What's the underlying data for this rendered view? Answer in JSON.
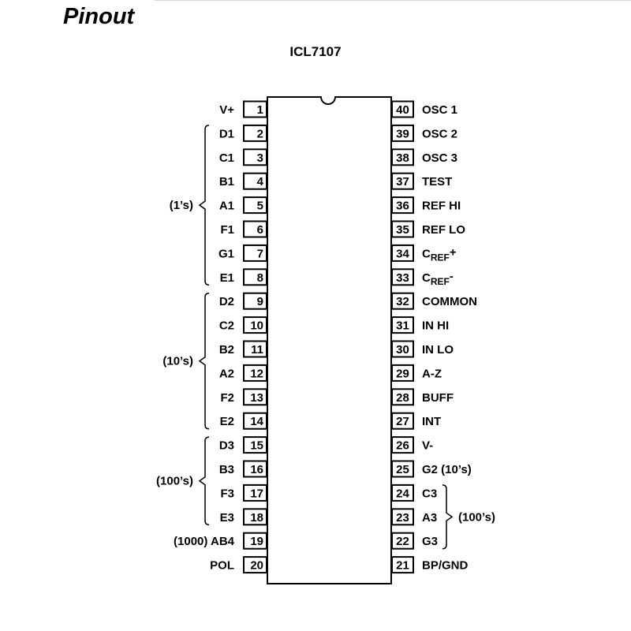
{
  "heading": "Pinout",
  "chip": {
    "name": "ICL7107",
    "pins_per_side": 20
  },
  "left_pins": [
    {
      "num": "1",
      "label": "V+"
    },
    {
      "num": "2",
      "label": "D1"
    },
    {
      "num": "3",
      "label": "C1"
    },
    {
      "num": "4",
      "label": "B1"
    },
    {
      "num": "5",
      "label": "A1"
    },
    {
      "num": "6",
      "label": "F1"
    },
    {
      "num": "7",
      "label": "G1"
    },
    {
      "num": "8",
      "label": "E1"
    },
    {
      "num": "9",
      "label": "D2"
    },
    {
      "num": "10",
      "label": "C2"
    },
    {
      "num": "11",
      "label": "B2"
    },
    {
      "num": "12",
      "label": "A2"
    },
    {
      "num": "13",
      "label": "F2"
    },
    {
      "num": "14",
      "label": "E2"
    },
    {
      "num": "15",
      "label": "D3"
    },
    {
      "num": "16",
      "label": "B3"
    },
    {
      "num": "17",
      "label": "F3"
    },
    {
      "num": "18",
      "label": "E3"
    },
    {
      "num": "19",
      "label": "(1000) AB4"
    },
    {
      "num": "20",
      "label": "POL"
    }
  ],
  "right_pins": [
    {
      "num": "40",
      "label": "OSC 1"
    },
    {
      "num": "39",
      "label": "OSC 2"
    },
    {
      "num": "38",
      "label": "OSC 3"
    },
    {
      "num": "37",
      "label": "TEST"
    },
    {
      "num": "36",
      "label": "REF HI"
    },
    {
      "num": "35",
      "label": "REF LO"
    },
    {
      "num": "34",
      "label": "C",
      "sub": "REF",
      "suffix": "+"
    },
    {
      "num": "33",
      "label": "C",
      "sub": "REF",
      "suffix": "-"
    },
    {
      "num": "32",
      "label": "COMMON"
    },
    {
      "num": "31",
      "label": "IN HI"
    },
    {
      "num": "30",
      "label": "IN LO"
    },
    {
      "num": "29",
      "label": "A-Z"
    },
    {
      "num": "28",
      "label": "BUFF"
    },
    {
      "num": "27",
      "label": "INT"
    },
    {
      "num": "26",
      "label": "V-"
    },
    {
      "num": "25",
      "label": "G2 (10’s)"
    },
    {
      "num": "24",
      "label": "C3"
    },
    {
      "num": "23",
      "label": "A3"
    },
    {
      "num": "22",
      "label": "G3"
    },
    {
      "num": "21",
      "label": "BP/GND"
    }
  ],
  "groups": [
    {
      "side": "left",
      "first": 2,
      "last": 8,
      "label": "(1’s)"
    },
    {
      "side": "left",
      "first": 9,
      "last": 14,
      "label": "(10’s)"
    },
    {
      "side": "left",
      "first": 15,
      "last": 18,
      "label": "(100’s)"
    },
    {
      "side": "right",
      "first": 24,
      "last": 22,
      "label": "(100’s)"
    }
  ]
}
